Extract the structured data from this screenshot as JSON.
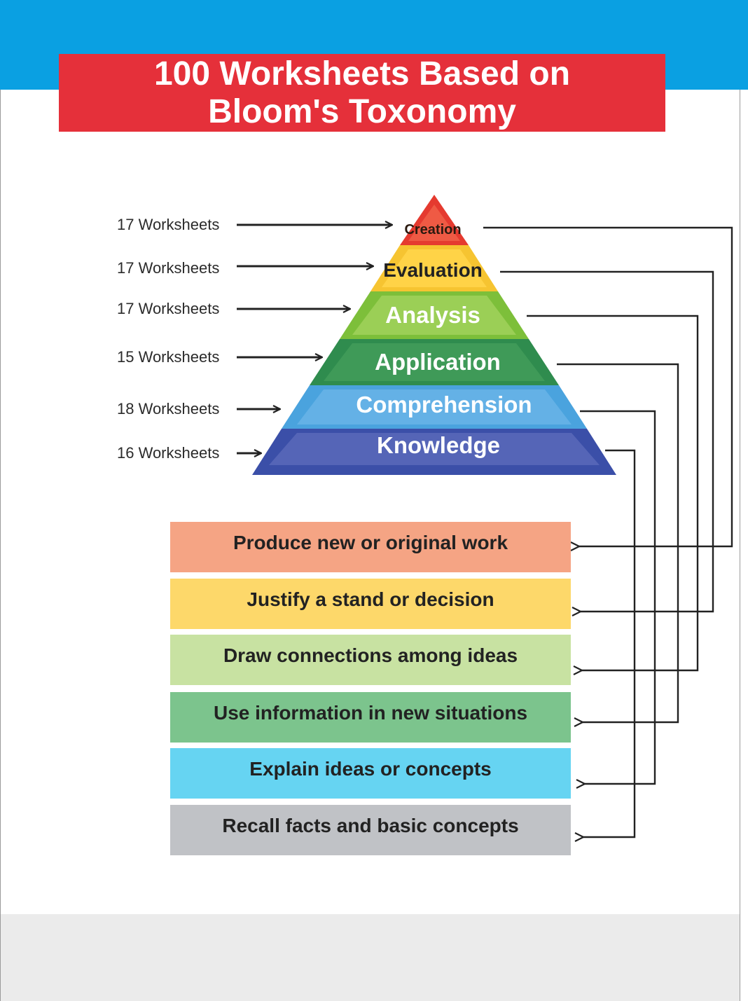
{
  "title": {
    "line1": "100 Worksheets Based on",
    "line2": "Bloom's Toxonomy"
  },
  "levels": [
    {
      "name": "Creation",
      "worksheets": "17 Worksheets",
      "color": "#e53a2f",
      "description": "Produce new or original work",
      "box_color": "#f5a484"
    },
    {
      "name": "Evaluation",
      "worksheets": "17 Worksheets",
      "color": "#f6c431",
      "description": "Justify a stand or decision",
      "box_color": "#fdd86a"
    },
    {
      "name": "Analysis",
      "worksheets": "17 Worksheets",
      "color": "#7dbf3a",
      "description": "Draw connections among ideas",
      "box_color": "#c8e2a2"
    },
    {
      "name": "Application",
      "worksheets": "15 Worksheets",
      "color": "#2f8c4e",
      "description": "Use information in new situations",
      "box_color": "#7cc48d"
    },
    {
      "name": "Comprehension",
      "worksheets": "18 Worksheets",
      "color": "#4aa3de",
      "description": "Explain ideas or concepts",
      "box_color": "#66d4f2"
    },
    {
      "name": "Knowledge",
      "worksheets": "16 Worksheets",
      "color": "#3b4fa8",
      "description": "Recall facts and basic concepts",
      "box_color": "#c0c2c6"
    }
  ]
}
